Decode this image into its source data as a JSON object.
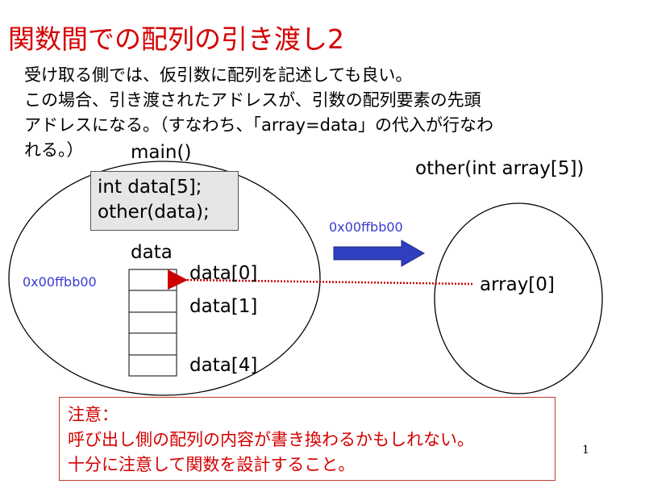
{
  "title": "関数間での配列の引き渡し2",
  "intro": [
    "受け取る側では、仮引数に配列を記述しても良い。",
    "この場合、引き渡されたアドレスが、引数の配列要素の先頭",
    "アドレスになる。（すなわち、「array=data」の代入が行なわ",
    "れる。）"
  ],
  "main_func": {
    "label": "main()",
    "code": [
      "int data[5];",
      "other(data);"
    ],
    "array_label": "data",
    "address": "0x00ffbb00",
    "elements": [
      "data[0]",
      "data[1]",
      "data[4]"
    ]
  },
  "other_func": {
    "label": "other(int array[5])",
    "param": "array[0]"
  },
  "arrow_address": "0x00ffbb00",
  "note": {
    "heading": "注意：",
    "lines": [
      "呼び出し側の配列の内容が書き換わるかもしれない。",
      "十分に注意して関数を設計すること。"
    ]
  },
  "page_number": "1",
  "colors": {
    "title": "#d40000",
    "address": "#3a3ad0",
    "arrow": "#2f3fbf",
    "pointer": "#cc0000"
  }
}
